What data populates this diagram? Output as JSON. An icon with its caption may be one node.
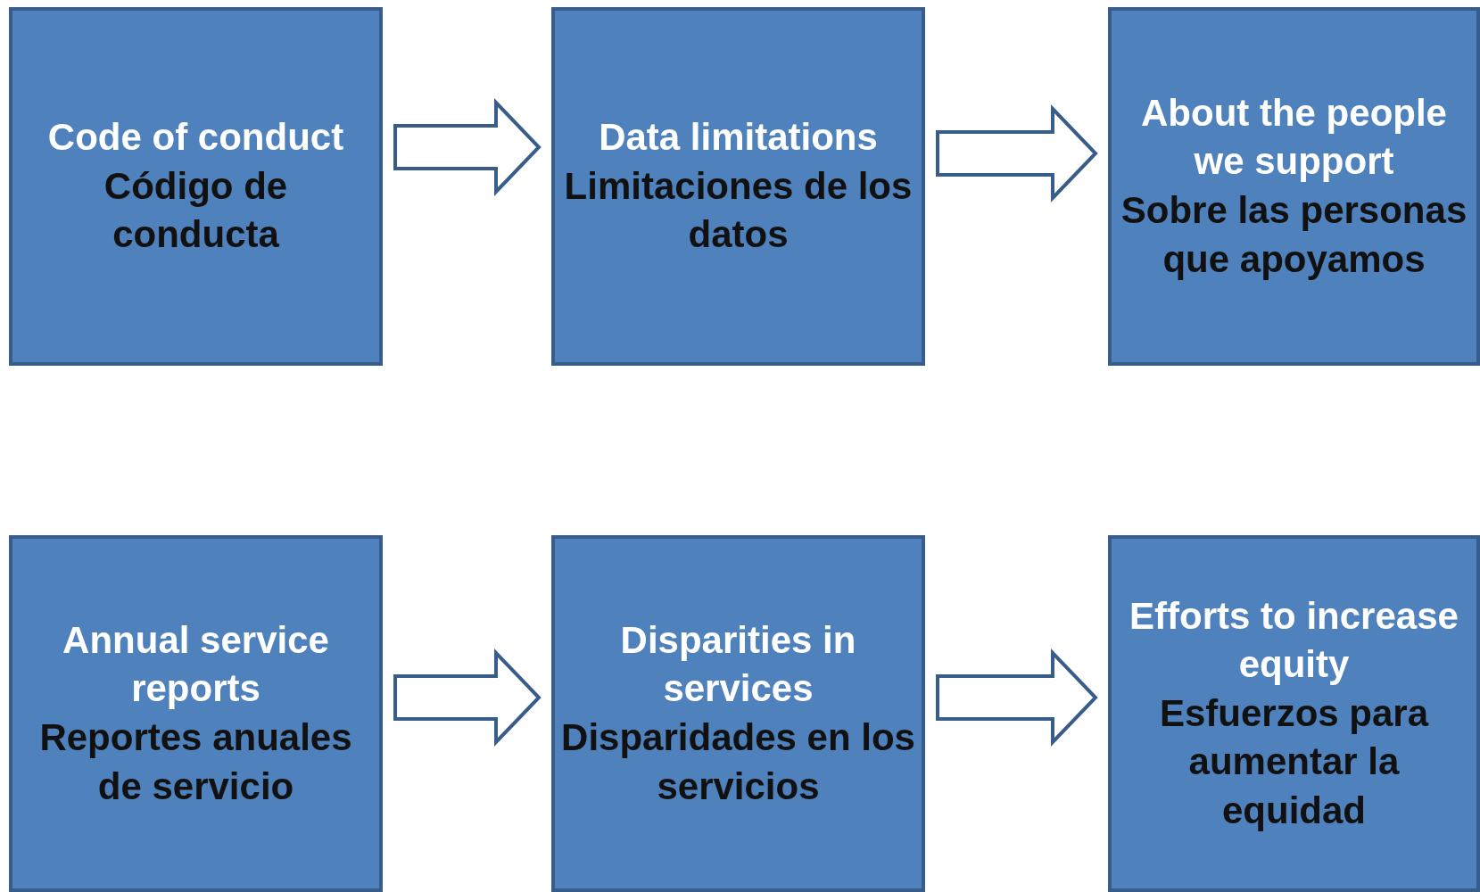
{
  "diagram": {
    "nodes": [
      {
        "text": [
          "Code of conduct",
          "Código de conducta"
        ]
      },
      {
        "text": [
          "Data limitations",
          "Limitaciones de los datos"
        ]
      },
      {
        "text": [
          "About the people we support",
          "Sobre las personas que apoyamos"
        ]
      },
      {
        "text": [
          "Annual service reports",
          "Reportes anuales de servicio"
        ]
      },
      {
        "text": [
          "Disparities in services",
          "Disparidades en los servicios"
        ]
      },
      {
        "text": [
          "Efforts to increase equity",
          "Esfuerzos para aumentar la equidad"
        ]
      }
    ],
    "edges": [
      {
        "from": 0,
        "to": 1,
        "arrow": "to"
      },
      {
        "from": 1,
        "to": 2,
        "arrow": "to"
      },
      {
        "from": 3,
        "to": 4,
        "arrow": "to"
      },
      {
        "from": 4,
        "to": 5,
        "arrow": "to"
      }
    ]
  }
}
